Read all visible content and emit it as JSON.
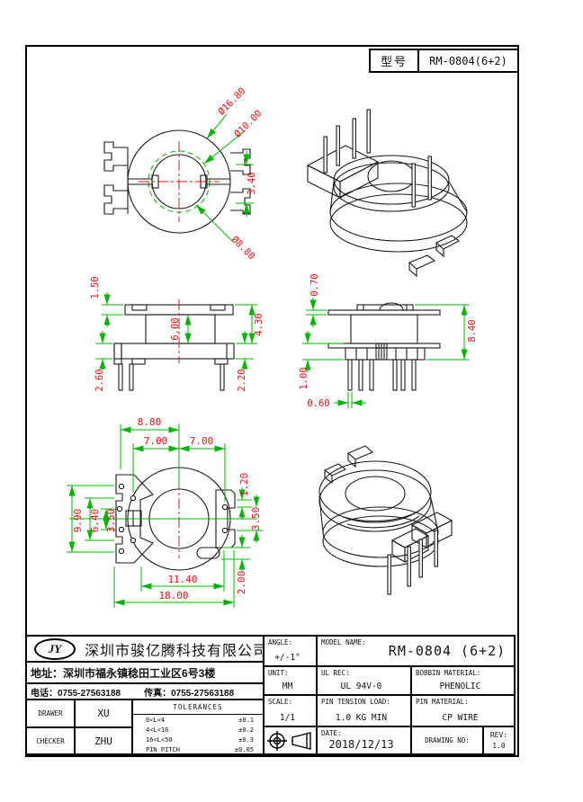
{
  "colors": {
    "outline": "#1a1a1a",
    "dim_line": "#00b400",
    "dim_text": "#ee1111",
    "centerline": "#ee1111"
  },
  "sheet": {
    "model_table": {
      "label": "型号",
      "value": "RM-0804(6+2)"
    },
    "views": {
      "top": {
        "d_outer": "Ø16.80",
        "d_mid": "Ø10.00",
        "d_bore": "Ø8.80",
        "tab_h": "3.40"
      },
      "front": {
        "t_flange": "1.50",
        "window": "6.00",
        "h_body": "4.30",
        "pin_l": "2.60",
        "pin_r": "2.20"
      },
      "side": {
        "t_top": "0.70",
        "h_total": "8.40",
        "t_base": "1.00",
        "pin_w": "0.60"
      },
      "bottom": {
        "w_880": "8.80",
        "w_700l": "7.00",
        "w_700r": "7.00",
        "h_120": "1.20",
        "h_350r": "3.50",
        "h_990": "9.90",
        "h_640": "6.40",
        "h_350l": "3.50",
        "w_1140": "11.40",
        "w_1800": "18.00",
        "h_200": "2.00"
      }
    },
    "title_block": {
      "logo": "JY",
      "company": "深圳市骏亿腾科技有限公司",
      "address": "地址：深圳市福永镇稔田工业区6号3楼",
      "tel": "电话：0755-27563188",
      "fax": "传真：0755-27563188",
      "drawer_label": "DRAWER",
      "drawer": "XU",
      "checker_label": "CHECKER",
      "checker": "ZHU",
      "tolerances": {
        "title": "TOLERANCES",
        "rows": [
          {
            "range": "0<L<4",
            "tol": "±0.1"
          },
          {
            "range": "4<L<16",
            "tol": "±0.2"
          },
          {
            "range": "16<L<50",
            "tol": "±0.3"
          },
          {
            "range": "PIN PITCH",
            "tol": "±0.05"
          }
        ]
      },
      "angle_label": "ANGLE:",
      "angle": "+/-1°",
      "unit_label": "UNIT:",
      "unit": "MM",
      "scale_label": "SCALE:",
      "scale": "1/1",
      "model_name_label": "MODEL NAME:",
      "model_name": "RM-0804 (6+2)",
      "ul_label": "UL REC:",
      "ul": "UL 94V-0",
      "pin_tension_label": "PIN TENSION LOAD:",
      "pin_tension": "1.0 KG MIN",
      "date_label": "DATE:",
      "date": "2018/12/13",
      "bobbin_material_label": "BOBBIN MATERIAL:",
      "bobbin_material": "PHENOLIC",
      "pin_material_label": "PIN MATERIAL:",
      "pin_material": "CP WIRE",
      "drawing_no_label": "DRAWING NO:",
      "drawing_no": "",
      "rev_label": "REV:",
      "rev": "1.0"
    }
  }
}
